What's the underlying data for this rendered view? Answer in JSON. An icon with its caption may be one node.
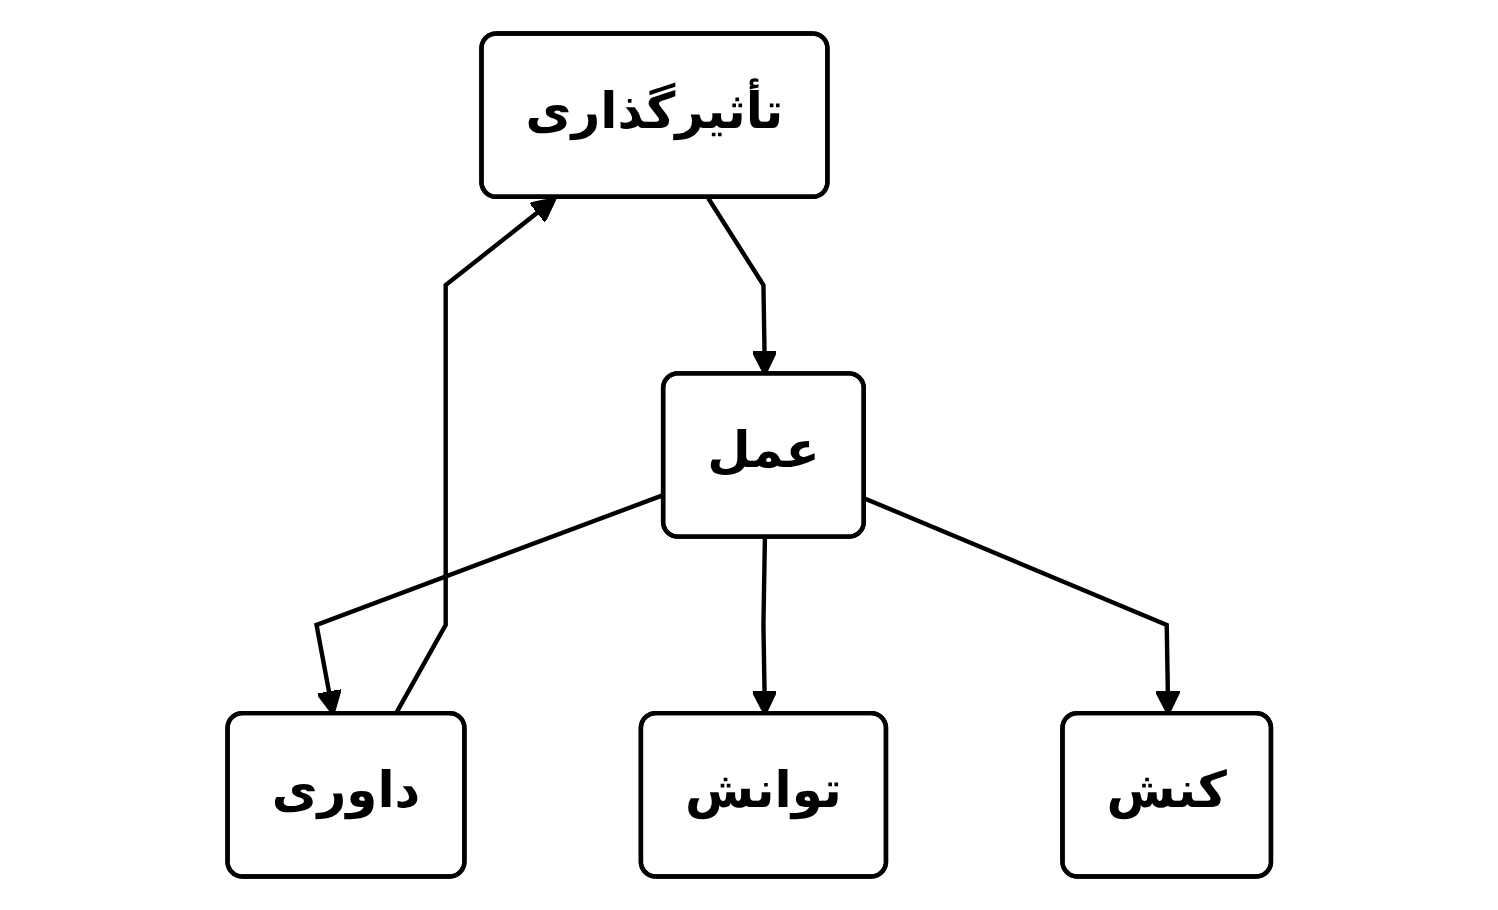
{
  "diagram": {
    "nodes": [
      {
        "text": [
          "تأثیرگذاری"
        ]
      },
      {
        "text": [
          "داوری"
        ]
      },
      {
        "text": [
          "عمل"
        ]
      },
      {
        "text": [
          "توانش"
        ]
      },
      {
        "text": [
          "کنش"
        ]
      }
    ],
    "edges": [
      {
        "from": 1,
        "to": 0,
        "arrow": "to"
      },
      {
        "from": 0,
        "to": 2,
        "arrow": "to"
      },
      {
        "from": 2,
        "to": 1,
        "arrow": "to"
      },
      {
        "from": 2,
        "to": 3,
        "arrow": "to"
      },
      {
        "from": 2,
        "to": 4,
        "arrow": "to"
      }
    ]
  }
}
